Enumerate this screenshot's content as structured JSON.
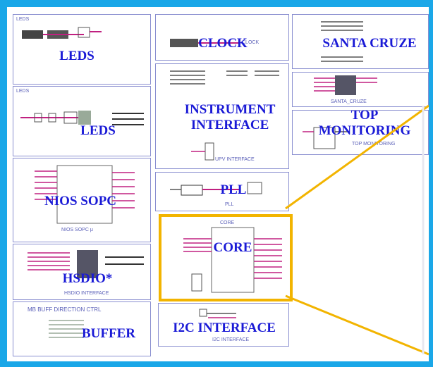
{
  "blocks": {
    "leds_top": {
      "label": "LEDS",
      "tiny": "LEDS"
    },
    "leds_mid": {
      "label": "LEDS",
      "tiny": "LEDS"
    },
    "nios": {
      "label": "NIOS SOPC",
      "tiny": "NIOS SOPC μ"
    },
    "hsdio": {
      "label": "HSDIO*",
      "tiny": "HSDIO INTERFACE"
    },
    "buffer": {
      "label": "BUFFER",
      "tiny": "MB BUFF DIRECTION CTRL"
    },
    "clock": {
      "label": "CLOCK",
      "tiny": "CLOCK"
    },
    "instrument": {
      "label": "INSTRUMENT\nINTERFACE",
      "tiny": "UPV INTERFACE"
    },
    "pll": {
      "label": "PLL",
      "tiny": "PLL"
    },
    "core": {
      "label": "CORE",
      "tiny": "CORE"
    },
    "i2c": {
      "label": "I2C INTERFACE",
      "tiny": "I2C INTERFACE"
    },
    "santa": {
      "label": "SANTA CRUZE",
      "tiny": "SANTA_CRUZE"
    },
    "top_mon": {
      "label": "TOP\nMONITORING",
      "tiny": "TOP MONITORING"
    }
  },
  "colors": {
    "frame": "#1aa7e8",
    "label": "#1a1ad6",
    "border": "#8a8fd0",
    "highlight": "#f2b400",
    "wire": "#c02080"
  }
}
